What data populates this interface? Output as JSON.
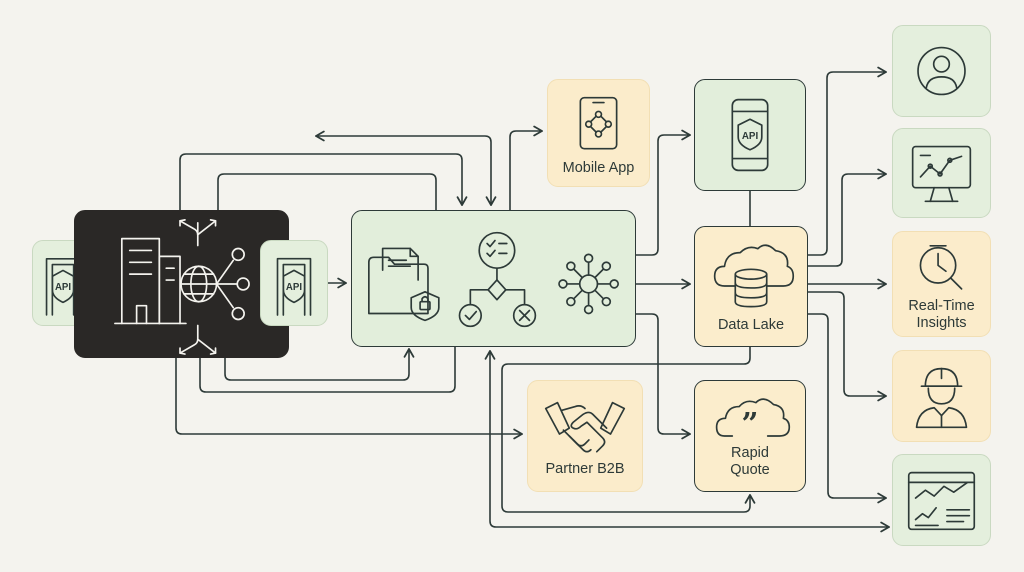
{
  "nodes": {
    "api_gateway_left": {
      "label": "API"
    },
    "api_gateway_right": {
      "label": "API"
    },
    "mobile_app": {
      "label": "Mobile App"
    },
    "api_phone": {
      "label": "API"
    },
    "data_lake": {
      "label": "Data Lake"
    },
    "partner_b2b": {
      "label": "Partner B2B"
    },
    "rapid_quote": {
      "label": "Rapid Quote"
    },
    "realtime_insights": {
      "label": "Real-Time Insights"
    }
  },
  "colors": {
    "background": "#f4f3ee",
    "line": "#2d3a38",
    "green_box": "#e2eedb",
    "yellow_box": "#fbedcc",
    "dark_box": "#2a2826"
  }
}
